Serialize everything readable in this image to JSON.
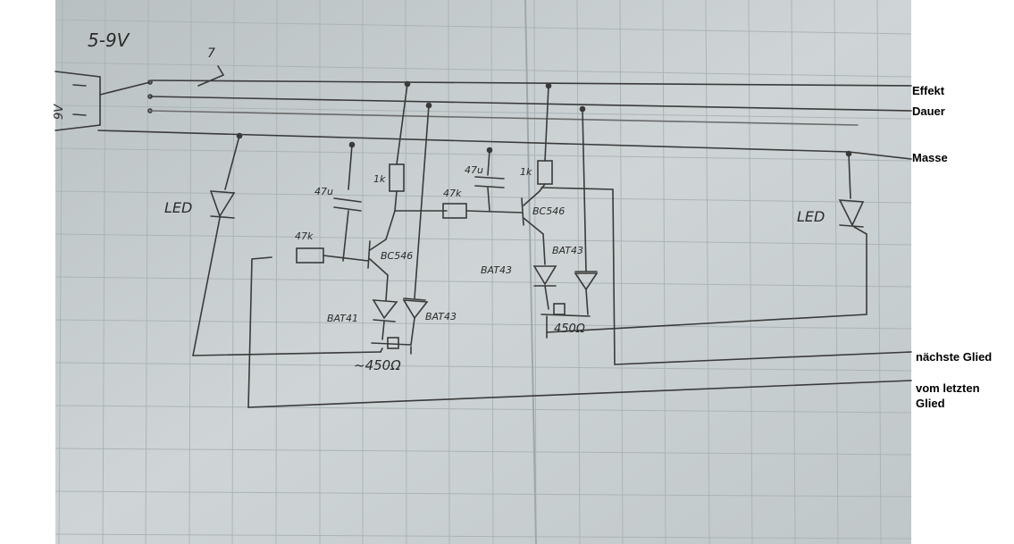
{
  "labels": {
    "effekt": "Effekt",
    "dauer": "Dauer",
    "masse": "Masse",
    "next_link": "nächste Glied",
    "last_link_1": "vom letzten",
    "last_link_2": "Glied"
  },
  "handwritten": {
    "supply": "5-9V",
    "switch": "7",
    "battery": "9V",
    "led_left": "LED",
    "led_right": "LED",
    "r_47k_a": "47k",
    "r_1k_a": "1k",
    "r_47k_b": "47k",
    "r_1k_b": "1k",
    "c_47u_a": "47u",
    "c_47u_b": "47u",
    "t1": "BC546",
    "t2": "BC546",
    "d_bat41_1": "BAT41",
    "d_bat43_1": "BAT43",
    "d_bat43_2": "BAT43",
    "d_bat43_3": "BAT43",
    "relay_1": "~450Ω",
    "relay_2": "450Ω"
  },
  "colors": {
    "paper": "#c9cfd0",
    "grid": "#aeb8bc",
    "pencil": "#3a3a3a"
  }
}
